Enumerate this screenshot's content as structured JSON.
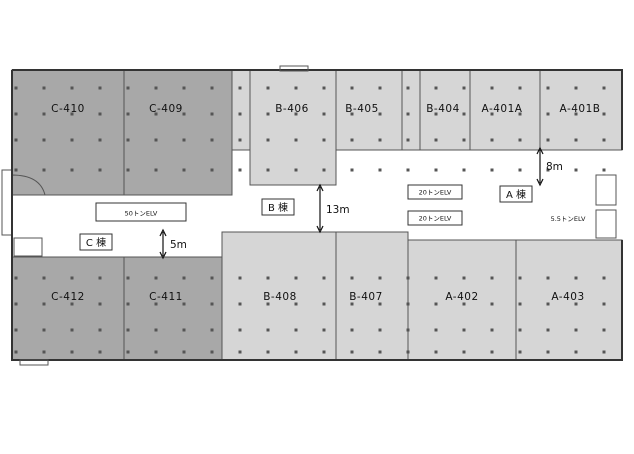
{
  "rooms": {
    "c410": "C-410",
    "c409": "C-409",
    "b406": "B-406",
    "b405": "B-405",
    "b404": "B-404",
    "a401a": "A-401A",
    "a401b": "A-401B",
    "c412": "C-412",
    "c411": "C-411",
    "b408": "B-408",
    "b407": "B-407",
    "a402": "A-402",
    "a403": "A-403"
  },
  "buildings": {
    "c": "C 棟",
    "b": "B 棟",
    "a": "A 棟"
  },
  "elevators": {
    "elv50": "50トンELV",
    "elv20a": "20トンELV",
    "elv20b": "20トンELV",
    "elv55": "5.5トンELV"
  },
  "dimensions": {
    "corridor_c": "5m",
    "corridor_b": "13m",
    "corridor_a": "8m"
  }
}
